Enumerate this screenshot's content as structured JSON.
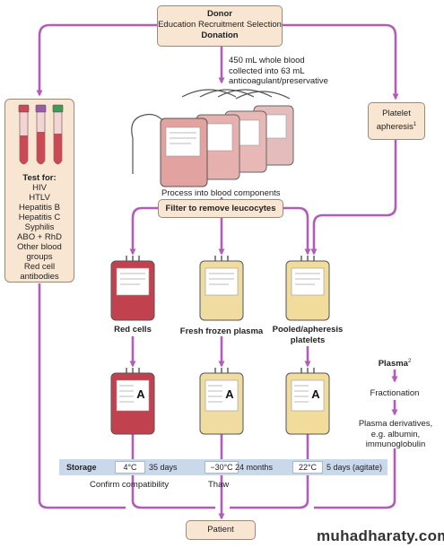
{
  "donor": {
    "title": "Donor",
    "subtitle": "Education Recruitment Selection",
    "action": "Donation"
  },
  "collection_note": [
    "450 mL whole blood",
    "collected into 63 mL",
    "anticoagulant/preservative"
  ],
  "process_label": "Process into blood components",
  "filter_label": "Filter to remove leucocytes",
  "platelet_apheresis": {
    "label": "Platelet",
    "label2": "apheresis",
    "sup": "1"
  },
  "tests": {
    "heading": "Test for:",
    "items": [
      "HIV",
      "HTLV",
      "Hepatitis B",
      "Hepatitis C",
      "Syphilis",
      "ABO + RhD",
      "Other blood",
      "groups",
      "Red cell",
      "antibodies"
    ],
    "tube_colors": [
      "#c94a55",
      "#9c5aa8",
      "#3f9a55"
    ]
  },
  "components": {
    "red_cells": "Red cells",
    "ffp": "Fresh frozen plasma",
    "platelets_line1": "Pooled/apheresis",
    "platelets_line2": "platelets",
    "bag_label_letter": "A",
    "colors": {
      "red": "#c2414f",
      "plasma": "#f0dba0",
      "platelets": "#f2dc9c"
    }
  },
  "plasma_path": {
    "heading": "Plasma",
    "sup": "2",
    "fractionation": "Fractionation",
    "derivatives": [
      "Plasma derivatives,",
      "e.g. albumin,",
      "immunoglobulin"
    ]
  },
  "storage": {
    "label": "Storage",
    "red": {
      "temp": "4°C",
      "duration": "35 days"
    },
    "ffp": {
      "temp": "−30°C",
      "duration": "24 months"
    },
    "platelets": {
      "temp": "22°C",
      "duration": "5 days (agitate)"
    }
  },
  "prep": {
    "red": "Confirm compatibility",
    "ffp": "Thaw"
  },
  "patient": "Patient",
  "watermark": "muhadharaty.com",
  "colors": {
    "arrow": "#b35bb8",
    "box_fill": "#f8e6d2",
    "storage_bar": "#c9d8ea"
  }
}
